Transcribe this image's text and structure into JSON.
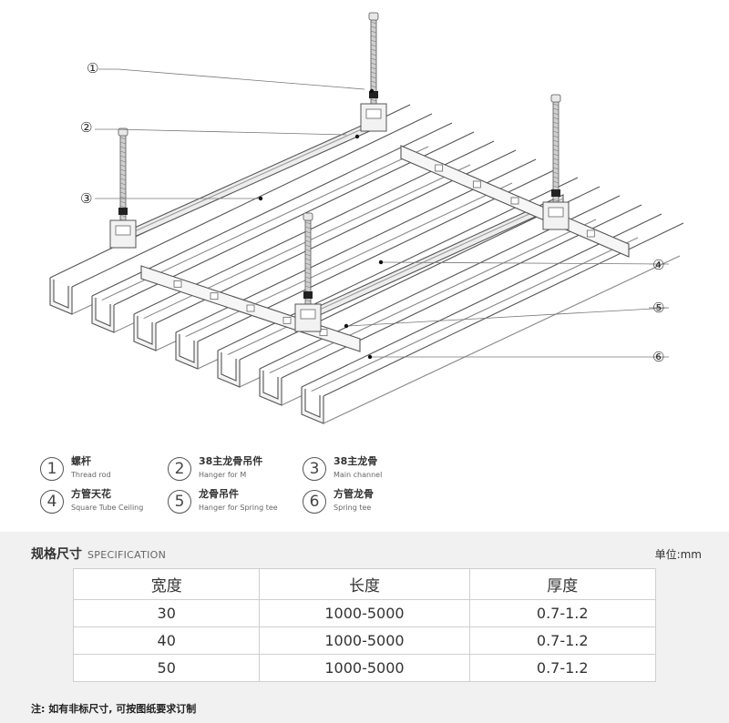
{
  "callouts": [
    "①",
    "②",
    "③",
    "④",
    "⑤",
    "⑥"
  ],
  "legend": [
    {
      "num": "1",
      "cn": "螺杆",
      "en": "Thread rod"
    },
    {
      "num": "2",
      "cn": "38主龙骨吊件",
      "en": "Hanger for M"
    },
    {
      "num": "3",
      "cn": "38主龙骨",
      "en": "Main channel"
    },
    {
      "num": "4",
      "cn": "方管天花",
      "en": "Square Tube Ceiling"
    },
    {
      "num": "5",
      "cn": "龙骨吊件",
      "en": "Hanger for Spring tee"
    },
    {
      "num": "6",
      "cn": "方管龙骨",
      "en": "Spring tee"
    }
  ],
  "spec": {
    "title_cn": "规格尺寸",
    "title_en": "SPECIFICATION",
    "unit": "单位:mm",
    "headers": [
      "宽度",
      "长度",
      "厚度"
    ],
    "rows": [
      [
        "30",
        "1000-5000",
        "0.7-1.2"
      ],
      [
        "40",
        "1000-5000",
        "0.7-1.2"
      ],
      [
        "50",
        "1000-5000",
        "0.7-1.2"
      ]
    ],
    "note": "注: 如有非标尺寸, 可按图纸要求订制"
  }
}
